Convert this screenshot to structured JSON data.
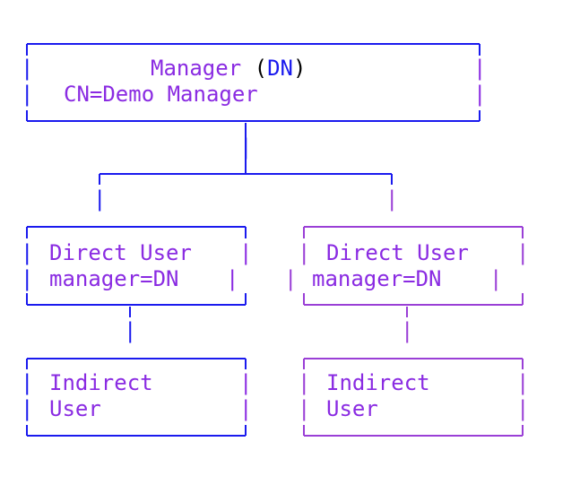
{
  "colors": {
    "blue": "#1a1aee",
    "violet": "#8a2be2",
    "purple": "#9a3fd6",
    "black": "#000000"
  },
  "manager": {
    "title": "Manager",
    "paren_open": "(",
    "dn": "DN",
    "paren_close": ")",
    "cn": "CN=Demo Manager"
  },
  "direct_left": {
    "title": "Direct User",
    "attr": "manager=DN"
  },
  "direct_right": {
    "title": "Direct User",
    "attr": "manager=DN"
  },
  "indirect_left": {
    "line1": "Indirect",
    "line2": "User"
  },
  "indirect_right": {
    "line1": "Indirect",
    "line2": "User"
  },
  "bar_glyph": "|"
}
